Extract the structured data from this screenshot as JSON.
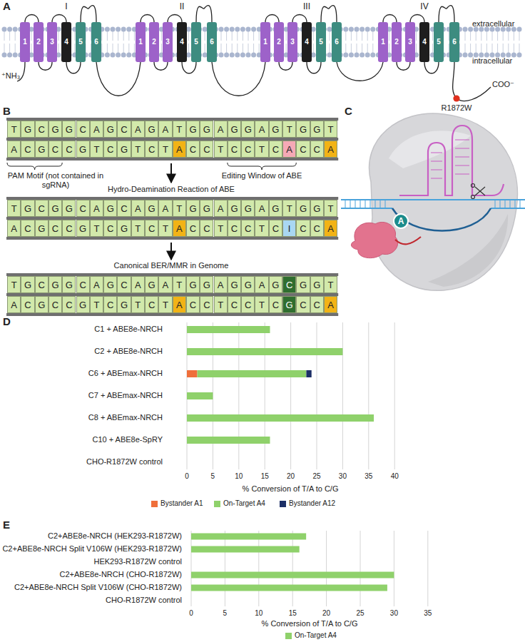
{
  "diagram": {
    "nodes": [
      {
        "text": [
          "1"
        ]
      },
      {
        "text": [
          "2"
        ]
      },
      {
        "text": [
          "3"
        ]
      },
      {
        "text": [
          "4"
        ]
      },
      {
        "text": [
          "5"
        ]
      },
      {
        "text": [
          "6"
        ]
      },
      {
        "text": [
          "1"
        ]
      },
      {
        "text": [
          "2"
        ]
      },
      {
        "text": [
          "3"
        ]
      },
      {
        "text": [
          "4"
        ]
      },
      {
        "text": [
          "5"
        ]
      },
      {
        "text": [
          "6"
        ]
      },
      {
        "text": [
          "1"
        ]
      },
      {
        "text": [
          "2"
        ]
      },
      {
        "text": [
          "3"
        ]
      },
      {
        "text": [
          "4"
        ]
      },
      {
        "text": [
          "5"
        ]
      },
      {
        "text": [
          "6"
        ]
      },
      {
        "text": [
          "1"
        ]
      },
      {
        "text": [
          "2"
        ]
      },
      {
        "text": [
          "3"
        ]
      },
      {
        "text": [
          "4"
        ]
      },
      {
        "text": [
          "5"
        ]
      },
      {
        "text": [
          "6"
        ]
      },
      {
        "text": [
          "T"
        ]
      },
      {
        "text": [
          "G"
        ]
      },
      {
        "text": [
          "C"
        ]
      },
      {
        "text": [
          "G"
        ]
      },
      {
        "text": [
          "G"
        ]
      },
      {
        "text": [
          "C"
        ]
      },
      {
        "text": [
          "A"
        ]
      },
      {
        "text": [
          "G"
        ]
      },
      {
        "text": [
          "C"
        ]
      },
      {
        "text": [
          "A"
        ]
      },
      {
        "text": [
          "G"
        ]
      },
      {
        "text": [
          "A"
        ]
      },
      {
        "text": [
          "T"
        ]
      },
      {
        "text": [
          "G"
        ]
      },
      {
        "text": [
          "G"
        ]
      },
      {
        "text": [
          "A"
        ]
      },
      {
        "text": [
          "G"
        ]
      },
      {
        "text": [
          "G"
        ]
      },
      {
        "text": [
          "A"
        ]
      },
      {
        "text": [
          "G"
        ]
      },
      {
        "text": [
          "T"
        ]
      },
      {
        "text": [
          "G"
        ]
      },
      {
        "text": [
          "G"
        ]
      },
      {
        "text": [
          "T"
        ]
      },
      {
        "text": [
          "A"
        ]
      },
      {
        "text": [
          "C"
        ]
      },
      {
        "text": [
          "G"
        ]
      },
      {
        "text": [
          "C"
        ]
      },
      {
        "text": [
          "C"
        ]
      },
      {
        "text": [
          "G"
        ]
      },
      {
        "text": [
          "T"
        ]
      },
      {
        "text": [
          "C"
        ]
      },
      {
        "text": [
          "G"
        ]
      },
      {
        "text": [
          "T"
        ]
      },
      {
        "text": [
          "C"
        ]
      },
      {
        "text": [
          "T"
        ]
      },
      {
        "text": [
          "A"
        ]
      },
      {
        "text": [
          "C"
        ]
      },
      {
        "text": [
          "C"
        ]
      },
      {
        "text": [
          "T"
        ]
      },
      {
        "text": [
          "C"
        ]
      },
      {
        "text": [
          "C"
        ]
      },
      {
        "text": [
          "T"
        ]
      },
      {
        "text": [
          "C"
        ]
      },
      {
        "text": [
          "A"
        ]
      },
      {
        "text": [
          "C"
        ]
      },
      {
        "text": [
          "C"
        ]
      },
      {
        "text": [
          "A"
        ]
      },
      {
        "text": [
          "T"
        ]
      },
      {
        "text": [
          "G"
        ]
      },
      {
        "text": [
          "C"
        ]
      },
      {
        "text": [
          "G"
        ]
      },
      {
        "text": [
          "G"
        ]
      },
      {
        "text": [
          "C"
        ]
      },
      {
        "text": [
          "A"
        ]
      },
      {
        "text": [
          "G"
        ]
      },
      {
        "text": [
          "C"
        ]
      },
      {
        "text": [
          "A"
        ]
      },
      {
        "text": [
          "G"
        ]
      },
      {
        "text": [
          "A"
        ]
      },
      {
        "text": [
          "T"
        ]
      },
      {
        "text": [
          "G"
        ]
      },
      {
        "text": [
          "G"
        ]
      },
      {
        "text": [
          "A"
        ]
      },
      {
        "text": [
          "G"
        ]
      },
      {
        "text": [
          "G"
        ]
      },
      {
        "text": [
          "A"
        ]
      },
      {
        "text": [
          "G"
        ]
      },
      {
        "text": [
          "T"
        ]
      },
      {
        "text": [
          "G"
        ]
      },
      {
        "text": [
          "G"
        ]
      },
      {
        "text": [
          "T"
        ]
      },
      {
        "text": [
          "A"
        ]
      },
      {
        "text": [
          "C"
        ]
      },
      {
        "text": [
          "G"
        ]
      },
      {
        "text": [
          "C"
        ]
      },
      {
        "text": [
          "C"
        ]
      },
      {
        "text": [
          "G"
        ]
      },
      {
        "text": [
          "T"
        ]
      },
      {
        "text": [
          "C"
        ]
      },
      {
        "text": [
          "G"
        ]
      },
      {
        "text": [
          "T"
        ]
      },
      {
        "text": [
          "C"
        ]
      },
      {
        "text": [
          "T"
        ]
      },
      {
        "text": [
          "A"
        ]
      },
      {
        "text": [
          "C"
        ]
      },
      {
        "text": [
          "C"
        ]
      },
      {
        "text": [
          "T"
        ]
      },
      {
        "text": [
          "C"
        ]
      },
      {
        "text": [
          "C"
        ]
      },
      {
        "text": [
          "T"
        ]
      },
      {
        "text": [
          "C"
        ]
      },
      {
        "text": [
          "I"
        ]
      },
      {
        "text": [
          "C"
        ]
      },
      {
        "text": [
          "C"
        ]
      },
      {
        "text": [
          "A"
        ]
      },
      {
        "text": [
          "T"
        ]
      },
      {
        "text": [
          "G"
        ]
      },
      {
        "text": [
          "C"
        ]
      },
      {
        "text": [
          "G"
        ]
      },
      {
        "text": [
          "G"
        ]
      },
      {
        "text": [
          "C"
        ]
      },
      {
        "text": [
          "A"
        ]
      },
      {
        "text": [
          "G"
        ]
      },
      {
        "text": [
          "C"
        ]
      },
      {
        "text": [
          "A"
        ]
      },
      {
        "text": [
          "G"
        ]
      },
      {
        "text": [
          "A"
        ]
      },
      {
        "text": [
          "T"
        ]
      },
      {
        "text": [
          "G"
        ]
      },
      {
        "text": [
          "G"
        ]
      },
      {
        "text": [
          "A"
        ]
      },
      {
        "text": [
          "G"
        ]
      },
      {
        "text": [
          "G"
        ]
      },
      {
        "text": [
          "A"
        ]
      },
      {
        "text": [
          "G"
        ]
      },
      {
        "text": [
          "C"
        ]
      },
      {
        "text": [
          "G"
        ]
      },
      {
        "text": [
          "G"
        ]
      },
      {
        "text": [
          "T"
        ]
      },
      {
        "text": [
          "A"
        ]
      },
      {
        "text": [
          "C"
        ]
      },
      {
        "text": [
          "G"
        ]
      },
      {
        "text": [
          "C"
        ]
      },
      {
        "text": [
          "C"
        ]
      },
      {
        "text": [
          "G"
        ]
      },
      {
        "text": [
          "T"
        ]
      },
      {
        "text": [
          "C"
        ]
      },
      {
        "text": [
          "G"
        ]
      },
      {
        "text": [
          "T"
        ]
      },
      {
        "text": [
          "C"
        ]
      },
      {
        "text": [
          "T"
        ]
      },
      {
        "text": [
          "A"
        ]
      },
      {
        "text": [
          "C"
        ]
      },
      {
        "text": [
          "C"
        ]
      },
      {
        "text": [
          "T"
        ]
      },
      {
        "text": [
          "C"
        ]
      },
      {
        "text": [
          "C"
        ]
      },
      {
        "text": [
          "T"
        ]
      },
      {
        "text": [
          "C"
        ]
      },
      {
        "text": [
          "G"
        ]
      },
      {
        "text": [
          "C"
        ]
      },
      {
        "text": [
          "C"
        ]
      },
      {
        "text": [
          "A"
        ]
      },
      {
        "text": [
          "A"
        ]
      }
    ],
    "labels": [
      "A",
      "I",
      "II",
      "III",
      "IV",
      "extracellular",
      "intracellular",
      "⁺NH₃",
      "R1872W",
      "COO⁻",
      "B",
      "PAM Motif (not contained in sgRNA)",
      "Editing Window of ABE",
      "Hydro-Deamination Reaction of ABE",
      "Canonical BER/MMR in Genome",
      "C",
      "D",
      "C1 + ABE8e-NRCH",
      "C2 + ABE8e-NRCH",
      "C6 + ABEmax-NRCH",
      "C7 + ABEmax-NRCH",
      "C8 + ABEmax-NRCH",
      "C10 + ABE8e-SpRY",
      "CHO-R1872W control",
      "0",
      "5",
      "10",
      "15",
      "20",
      "25",
      "30",
      "35",
      "40",
      "% Conversion of T/A to C/G",
      "E",
      "C2+ABE8e-NRCH (HEK293-R1872W)",
      "C2+ABE8e-NRCH Split V106W (HEK293-R1872W)",
      "HEK293-R1872W control",
      "C2+ABE8e-NRCH (CHO-R1872W)",
      "C2+ABE8e-NRCH Split V106W (CHO-R1872W)",
      "CHO-R1872W control",
      "0",
      "5",
      "10",
      "15",
      "20",
      "25",
      "30",
      "35",
      "% Conversion of T/A to C/G"
    ],
    "legend": [
      {
        "text": "Bystander A1",
        "color": "#ef6f3b"
      },
      {
        "text": "On-Target A4",
        "color": "#8fd16b"
      },
      {
        "text": "Bystander A12",
        "color": "#1c2f66"
      },
      {
        "text": "On-Target A4",
        "color": "#8fd16b"
      }
    ]
  }
}
